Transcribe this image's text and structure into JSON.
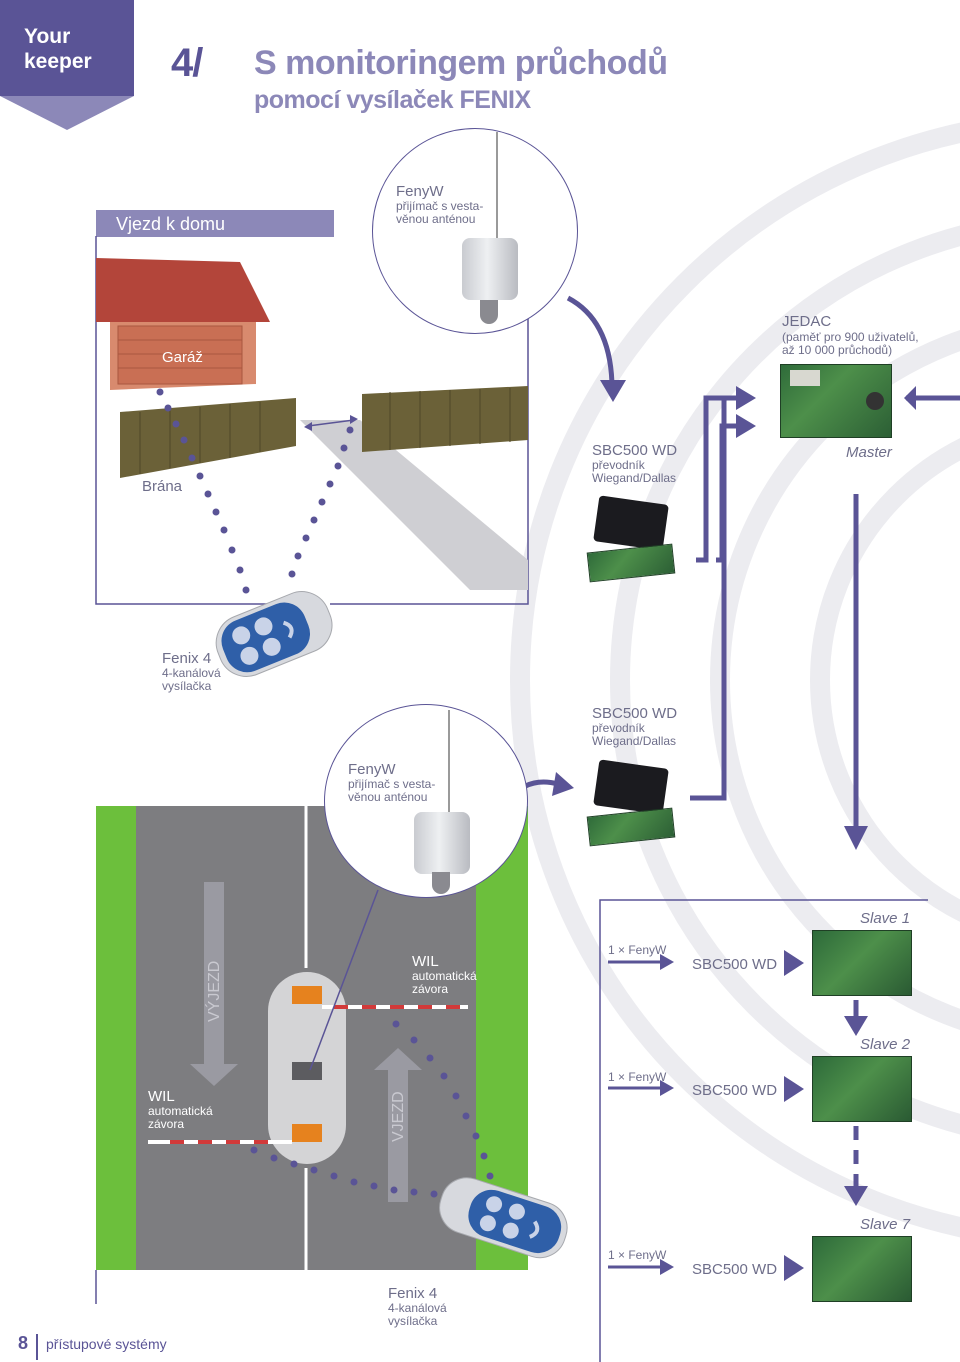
{
  "header": {
    "badge_text": "Your\nkeeper",
    "section_number": "4/",
    "title": "S monitoringem průchodů",
    "subtitle": "pomocí vysílaček FENIX"
  },
  "top_scene": {
    "entry_label": "Vjezd k domu",
    "receiver": {
      "name": "FenyW",
      "desc_line1": "přijímač s vesta-",
      "desc_line2": "věnou anténou"
    },
    "garage_label": "Garáž",
    "gate_label": "Brána",
    "remote": {
      "name": "Fenix 4",
      "desc_line1": "4-kanálová",
      "desc_line2": "vysílačka"
    }
  },
  "controller": {
    "name": "JEDAC",
    "desc_line1": "(paměť pro 900 uživatelů,",
    "desc_line2": "až 10 000 průchodů)",
    "role": "Master"
  },
  "converter_top": {
    "name": "SBC500 WD",
    "desc_line1": "převodník",
    "desc_line2": "Wiegand/Dallas"
  },
  "converter_mid": {
    "name": "SBC500 WD",
    "desc_line1": "převodník",
    "desc_line2": "Wiegand/Dallas"
  },
  "bottom_scene": {
    "receiver": {
      "name": "FenyW",
      "desc_line1": "přijímač s vesta-",
      "desc_line2": "věnou anténou"
    },
    "exit_label": "VÝJEZD",
    "entry_label": "VJEZD",
    "barrier_top": {
      "name": "WIL",
      "desc_line1": "automatická",
      "desc_line2": "závora"
    },
    "barrier_left": {
      "name": "WIL",
      "desc_line1": "automatická",
      "desc_line2": "závora"
    },
    "remote": {
      "name": "Fenix 4",
      "desc_line1": "4-kanálová",
      "desc_line2": "vysílačka"
    }
  },
  "slaves": [
    {
      "label": "Slave 1",
      "receiver_count": "1 × FenyW",
      "converter": "SBC500 WD"
    },
    {
      "label": "Slave 2",
      "receiver_count": "1 × FenyW",
      "converter": "SBC500 WD"
    },
    {
      "label": "Slave 7",
      "receiver_count": "1 × FenyW",
      "converter": "SBC500 WD"
    }
  ],
  "footer": {
    "page_number": "8",
    "section_name": "přístupové systémy"
  },
  "colors": {
    "brand_dark": "#5a5496",
    "brand_light": "#8c88b8",
    "grass": "#6cbf3c",
    "road": "#7d7d80"
  }
}
